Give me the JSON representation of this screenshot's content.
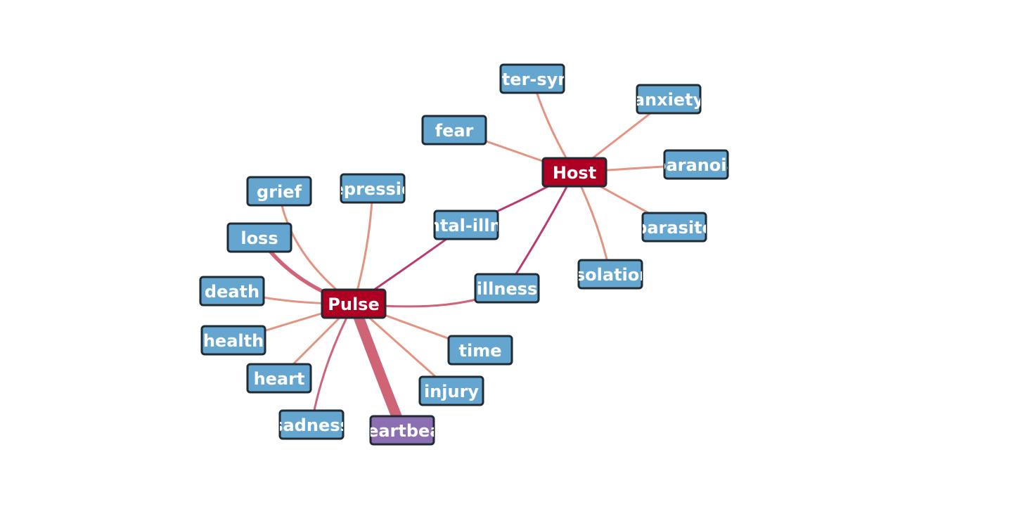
{
  "colors": {
    "hub": "#ad0023",
    "leaf": "#64a6cf",
    "special": "#8c6fb3",
    "edge_light": "#e3937f",
    "edge_mid": "#cf6476",
    "edge_dark": "#b83a72",
    "border": "#1f2a33"
  },
  "nodes": [
    {
      "id": "pulse",
      "label": "Pulse",
      "kind": "hub"
    },
    {
      "id": "host",
      "label": "Host",
      "kind": "hub"
    },
    {
      "id": "grief",
      "label": "grief",
      "kind": "leaf"
    },
    {
      "id": "depression",
      "label": "depression",
      "kind": "leaf"
    },
    {
      "id": "loss",
      "label": "loss",
      "kind": "leaf"
    },
    {
      "id": "death",
      "label": "death",
      "kind": "leaf"
    },
    {
      "id": "health",
      "label": "health",
      "kind": "leaf"
    },
    {
      "id": "heart",
      "label": "heart",
      "kind": "leaf"
    },
    {
      "id": "sadness",
      "label": "sadness",
      "kind": "leaf"
    },
    {
      "id": "heartbeat",
      "label": "heartbeat",
      "kind": "special"
    },
    {
      "id": "injury",
      "label": "injury",
      "kind": "leaf"
    },
    {
      "id": "time",
      "label": "time",
      "kind": "leaf"
    },
    {
      "id": "illness",
      "label": "illness",
      "kind": "leaf"
    },
    {
      "id": "mental-illness",
      "label": "mental-illness",
      "kind": "leaf"
    },
    {
      "id": "fear",
      "label": "fear",
      "kind": "leaf"
    },
    {
      "id": "alter-sync",
      "label": "alter-sync",
      "kind": "leaf"
    },
    {
      "id": "anxiety",
      "label": "anxiety",
      "kind": "leaf"
    },
    {
      "id": "paranoia",
      "label": "paranoia",
      "kind": "leaf"
    },
    {
      "id": "parasite",
      "label": "parasite",
      "kind": "leaf"
    },
    {
      "id": "isolation",
      "label": "isolation",
      "kind": "leaf"
    }
  ],
  "edges": [
    {
      "source": "pulse",
      "target": "grief",
      "weight": 1,
      "tone": "light"
    },
    {
      "source": "pulse",
      "target": "depression",
      "weight": 1,
      "tone": "light"
    },
    {
      "source": "pulse",
      "target": "loss",
      "weight": 2,
      "tone": "mid"
    },
    {
      "source": "pulse",
      "target": "death",
      "weight": 1,
      "tone": "light"
    },
    {
      "source": "pulse",
      "target": "health",
      "weight": 1,
      "tone": "light"
    },
    {
      "source": "pulse",
      "target": "heart",
      "weight": 1,
      "tone": "light"
    },
    {
      "source": "pulse",
      "target": "sadness",
      "weight": 1,
      "tone": "mid"
    },
    {
      "source": "pulse",
      "target": "heartbeat",
      "weight": 6,
      "tone": "mid"
    },
    {
      "source": "pulse",
      "target": "injury",
      "weight": 1,
      "tone": "light"
    },
    {
      "source": "pulse",
      "target": "time",
      "weight": 1,
      "tone": "light"
    },
    {
      "source": "pulse",
      "target": "illness",
      "weight": 1,
      "tone": "mid"
    },
    {
      "source": "pulse",
      "target": "mental-illness",
      "weight": 1,
      "tone": "dark"
    },
    {
      "source": "host",
      "target": "mental-illness",
      "weight": 1,
      "tone": "dark"
    },
    {
      "source": "host",
      "target": "illness",
      "weight": 1,
      "tone": "dark"
    },
    {
      "source": "host",
      "target": "fear",
      "weight": 1,
      "tone": "light"
    },
    {
      "source": "host",
      "target": "alter-sync",
      "weight": 1,
      "tone": "light"
    },
    {
      "source": "host",
      "target": "anxiety",
      "weight": 1,
      "tone": "light"
    },
    {
      "source": "host",
      "target": "paranoia",
      "weight": 1,
      "tone": "light"
    },
    {
      "source": "host",
      "target": "parasite",
      "weight": 1,
      "tone": "light"
    },
    {
      "source": "host",
      "target": "isolation",
      "weight": 1,
      "tone": "light"
    }
  ]
}
